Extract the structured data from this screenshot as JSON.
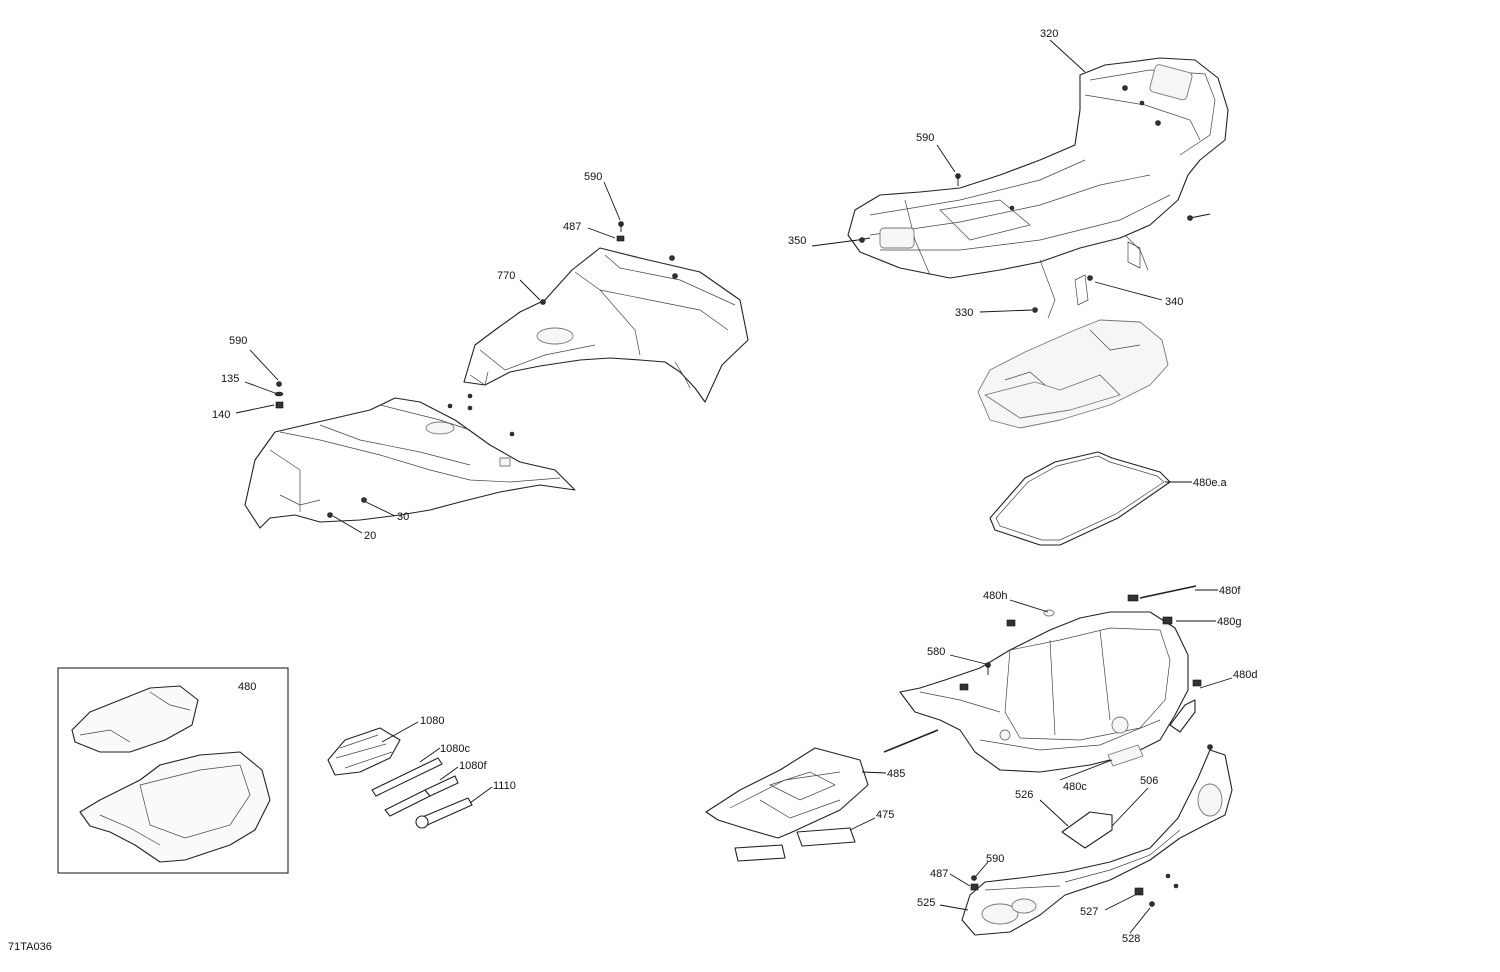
{
  "figure_id": "71TA036",
  "callouts": {
    "c320": "320",
    "c590_rack": "590",
    "c350": "350",
    "c330": "330",
    "c340": "340",
    "c480ea": "480e.a",
    "c590_fender": "590",
    "c487_fender": "487",
    "c770": "770",
    "c590_left": "590",
    "c135": "135",
    "c140": "140",
    "c30": "30",
    "c20": "20",
    "c480_box": "480",
    "c1080": "1080",
    "c1080c": "1080c",
    "c1080f": "1080f",
    "c1110": "1110",
    "c480f": "480f",
    "c480h": "480h",
    "c480g": "480g",
    "c580": "580",
    "c480d": "480d",
    "c485": "485",
    "c480c": "480c",
    "c506": "506",
    "c526": "526",
    "c475": "475",
    "c590_bumper": "590",
    "c487_bumper": "487",
    "c525": "525",
    "c527": "527",
    "c528": "528"
  }
}
